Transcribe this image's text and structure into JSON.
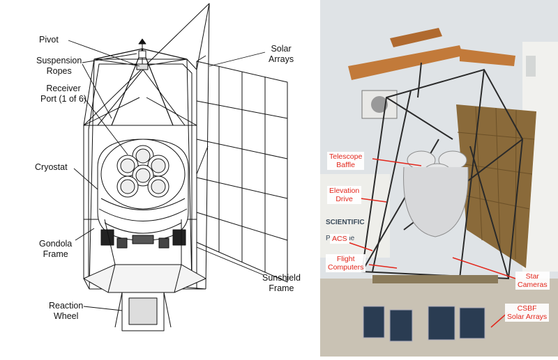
{
  "left_labels": {
    "pivot": "Pivot",
    "suspension_ropes": [
      "Suspension",
      "Ropes"
    ],
    "receiver_port": [
      "Receiver",
      "Port (1 of 6)"
    ],
    "cryostat": "Cryostat",
    "gondola_frame": [
      "Gondola",
      "Frame"
    ],
    "reaction_wheel": [
      "Reaction",
      "Wheel"
    ],
    "solar_arrays": [
      "Solar",
      "Arrays"
    ],
    "sunshield_frame": [
      "Sunshield",
      "Frame"
    ]
  },
  "right_labels": {
    "telescope_baffle": [
      "Telescope",
      "Baffle"
    ],
    "elevation_drive": [
      "Elevation",
      "Drive"
    ],
    "acs": "ACS",
    "flight_computers": [
      "Flight",
      "Computers"
    ],
    "star_cameras": [
      "Star",
      "Cameras"
    ],
    "csbf_solar_arrays": [
      "CSBF",
      "Solar Arrays"
    ]
  },
  "background_text": [
    "SCIENTIFIC",
    "Palestine"
  ],
  "colors": {
    "line": "#111111",
    "callout": "#e3261b",
    "sky": "#dfe3e6",
    "panel": "#8a6a3a",
    "crane": "#c27a3a"
  }
}
